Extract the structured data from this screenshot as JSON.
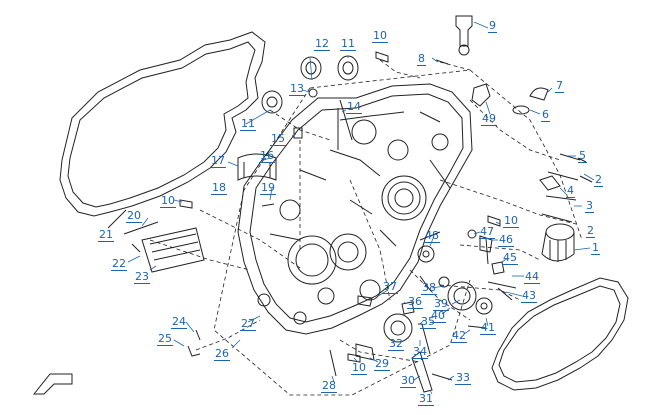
{
  "diagram": {
    "callouts": [
      "1",
      "2",
      "2",
      "3",
      "4",
      "5",
      "6",
      "7",
      "8",
      "9",
      "10",
      "10",
      "10",
      "10",
      "11",
      "11",
      "12",
      "13",
      "14",
      "15",
      "16",
      "17",
      "18",
      "19",
      "20",
      "21",
      "22",
      "23",
      "24",
      "25",
      "26",
      "27",
      "28",
      "29",
      "30",
      "31",
      "32",
      "33",
      "34",
      "35",
      "36",
      "37",
      "38",
      "39",
      "40",
      "41",
      "42",
      "43",
      "44",
      "45",
      "46",
      "47",
      "48",
      "49"
    ]
  },
  "colors": {
    "callout": "#1d64b0",
    "line": "#222222"
  }
}
